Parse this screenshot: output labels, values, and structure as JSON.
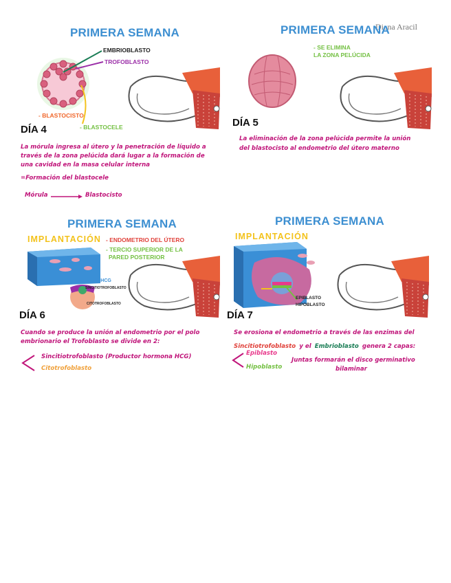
{
  "watermark": "Diana Aracil",
  "panels": {
    "p1": {
      "title": "PRIMERA SEMANA",
      "labels": {
        "embrioblasto": "EMBRIOBLASTO",
        "trofoblasto": "TROFOBLASTO",
        "blastocisto": "- BLASTOCISTO",
        "blastocele": "- BLASTOCELE"
      },
      "day": "DÍA 4",
      "text": [
        "La mórula ingresa al útero y la penetración de líquido a",
        "través de la zona pelúcida dará lugar a la formación de",
        "una cavidad en la masa celular interna",
        "=Formación del blastocele"
      ],
      "flow": {
        "from": "Mórula",
        "to": "Blastocisto"
      }
    },
    "p2": {
      "title": "PRIMERA SEMANA",
      "note": [
        "- SE ELIMINA",
        "LA ZONA PELÚCIDA"
      ],
      "day": "DÍA 5",
      "text": [
        "La eliminación de la zona pelúcida permite la unión",
        "del blastocisto al endometrio del útero materno"
      ]
    },
    "p3": {
      "title": "PRIMERA SEMANA",
      "implant": "IMPLANTACIÓN",
      "notes": {
        "endometrio": "- ENDOMETRIO DEL ÚTERO",
        "tercio": [
          "- TERCIO SUPERIOR DE LA",
          "PARED POSTERIOR"
        ]
      },
      "small": {
        "hcg": "- HCG",
        "sincitio": "SINCITIOTROFOBLASTO",
        "cito": "CITOTROFOBLASTO"
      },
      "day": "DÍA 6",
      "text": [
        "Cuando se produce la unión al endometrio por el polo",
        "embrionario el Trofoblasto se divide en 2:"
      ],
      "items": [
        "Sincitiotrofoblasto (Productor hormona HCG)",
        "Citotrofoblasto"
      ]
    },
    "p4": {
      "title": "PRIMERA SEMANA",
      "implant": "IMPLANTACIÓN",
      "labels": [
        "EPIBLASTO",
        "HIPOBLASTO"
      ],
      "day": "DÍA 7",
      "text_line1": "Se erosiona el endometrio a través de las enzimas del",
      "text_line2_a": "Sincitiotrofoblasto",
      "text_line2_b": "y el",
      "text_line2_c": "Embrioblasto",
      "text_line2_d": "genera 2 capas:",
      "items": [
        "Epiblasto",
        "Hipoblasto"
      ],
      "note": [
        "Juntas formarán el disco germinativo",
        "bilaminar"
      ]
    }
  },
  "colors": {
    "title": "#3d8fd1",
    "ink": "#c0157a",
    "embrio": "#1a7d55",
    "trofo": "#9b2fa8",
    "blastocisto": "#f0662a",
    "blastocele": "#74c043",
    "implant": "#f3c21b",
    "red": "#e0413a",
    "epiblasto": "#e83a8c",
    "hipoblasto": "#74c043"
  }
}
